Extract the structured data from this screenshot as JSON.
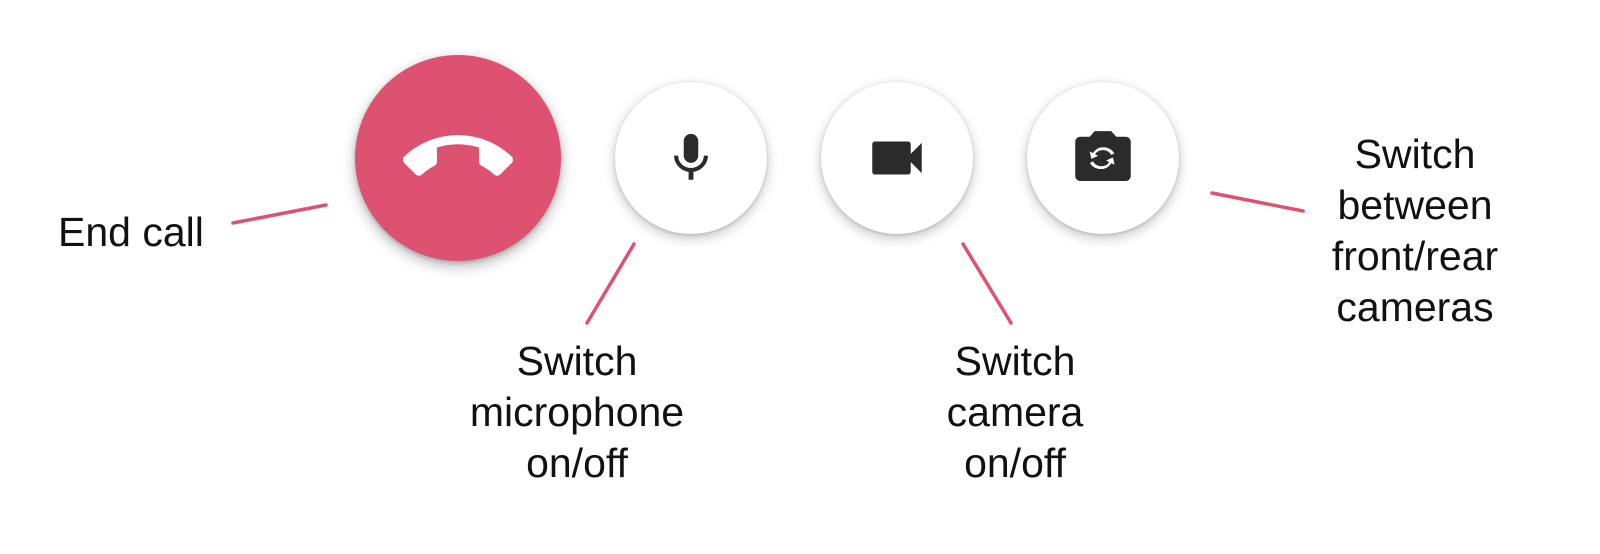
{
  "colors": {
    "end_call_red": "#dd5270",
    "connector_line": "#dd5270",
    "button_surface": "#ffffff",
    "icon_dark": "#2b2b2b",
    "label_text": "#111111"
  },
  "buttons": {
    "end_call": {
      "icon": "phone-hangup-icon"
    },
    "microphone": {
      "icon": "microphone-icon"
    },
    "camera": {
      "icon": "videocam-icon"
    },
    "switch_camera": {
      "icon": "camera-flip-icon"
    }
  },
  "labels": {
    "end_call": [
      "End call"
    ],
    "microphone": [
      "Switch",
      "microphone",
      "on/off"
    ],
    "camera": [
      "Switch",
      "camera",
      "on/off"
    ],
    "switch_camera": [
      "Switch",
      "between",
      "front/rear",
      "cameras"
    ]
  }
}
